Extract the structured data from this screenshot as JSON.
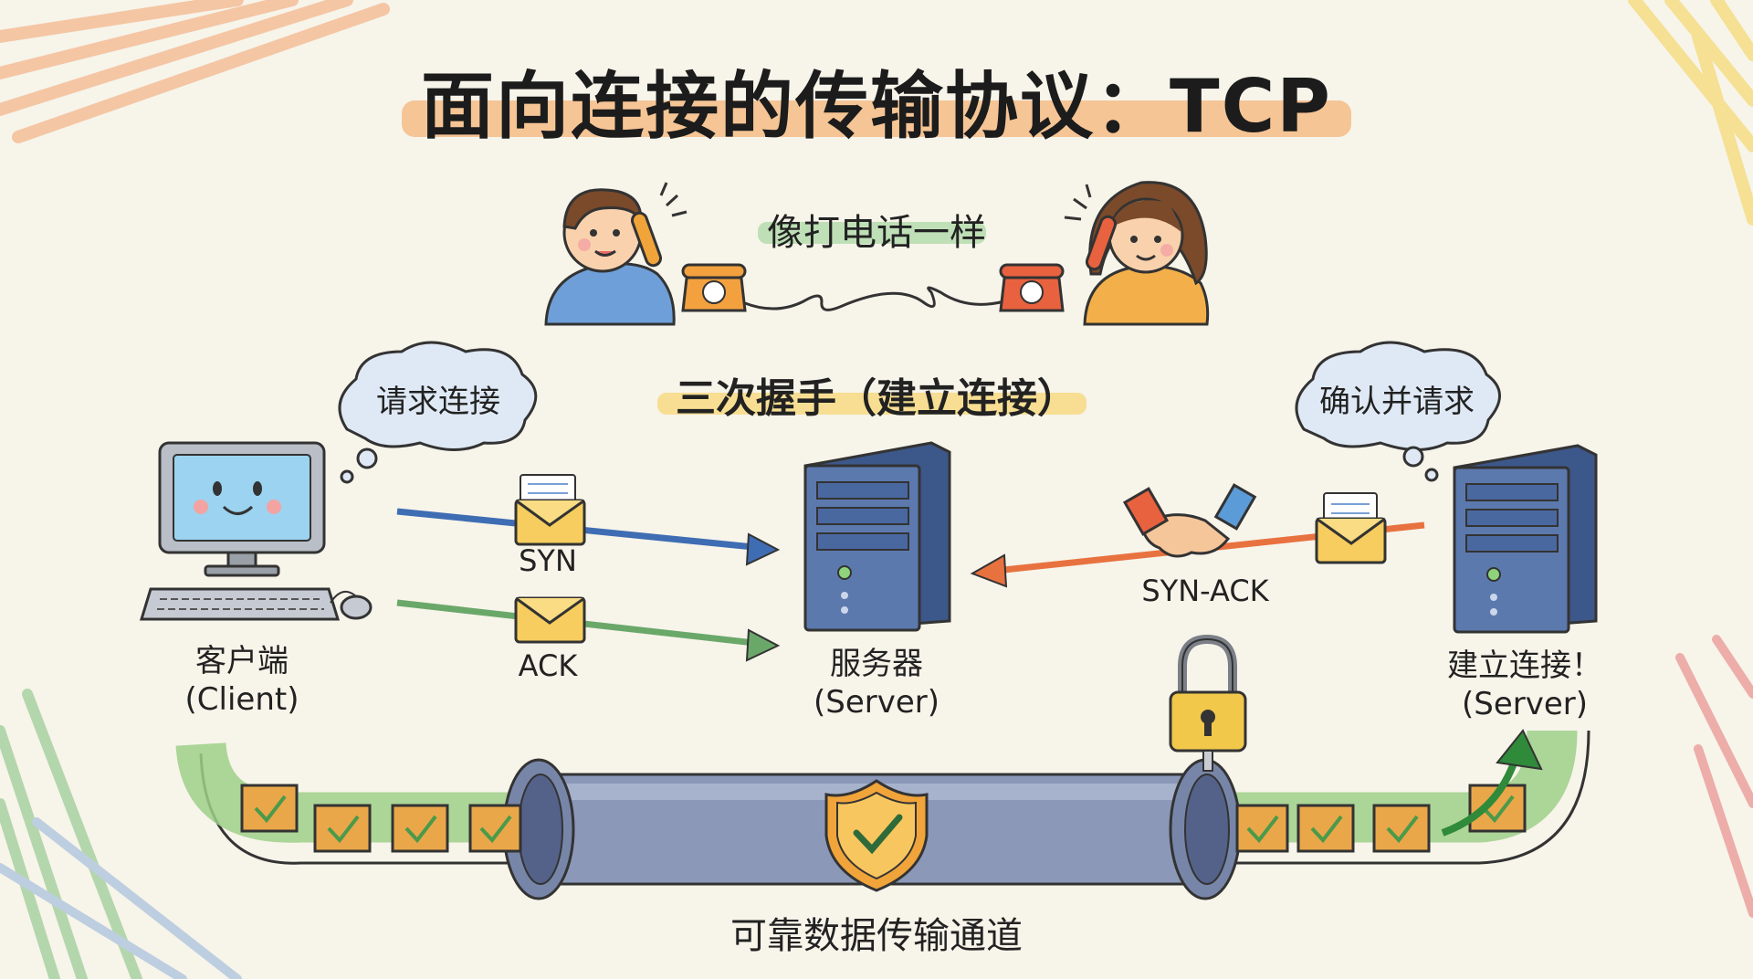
{
  "title": "面向连接的传输协议：TCP",
  "subtitle": "像打电话一样",
  "handshake_title": "三次握手（建立连接）",
  "client_thought": "请求连接",
  "server_thought": "确认并请求",
  "messages": {
    "syn": "SYN",
    "ack": "ACK",
    "syn_ack": "SYN-ACK"
  },
  "client": {
    "name": "客户端",
    "role": "(Client)"
  },
  "server_middle": {
    "name": "服务器",
    "role": "(Server)"
  },
  "server_right": {
    "name": "建立连接！",
    "role": "(Server)"
  },
  "pipe_label": "可靠数据传输通道",
  "colors": {
    "syn_arrow": "#3f6db3",
    "ack_arrow": "#6aa86a",
    "syn_ack_arrow": "#e8723f",
    "server_body": "#5b79ad",
    "pipe_body": "#8b98b8",
    "shield": "#f0a43a",
    "lock": "#f2c84b",
    "box": "#e9a74a"
  }
}
